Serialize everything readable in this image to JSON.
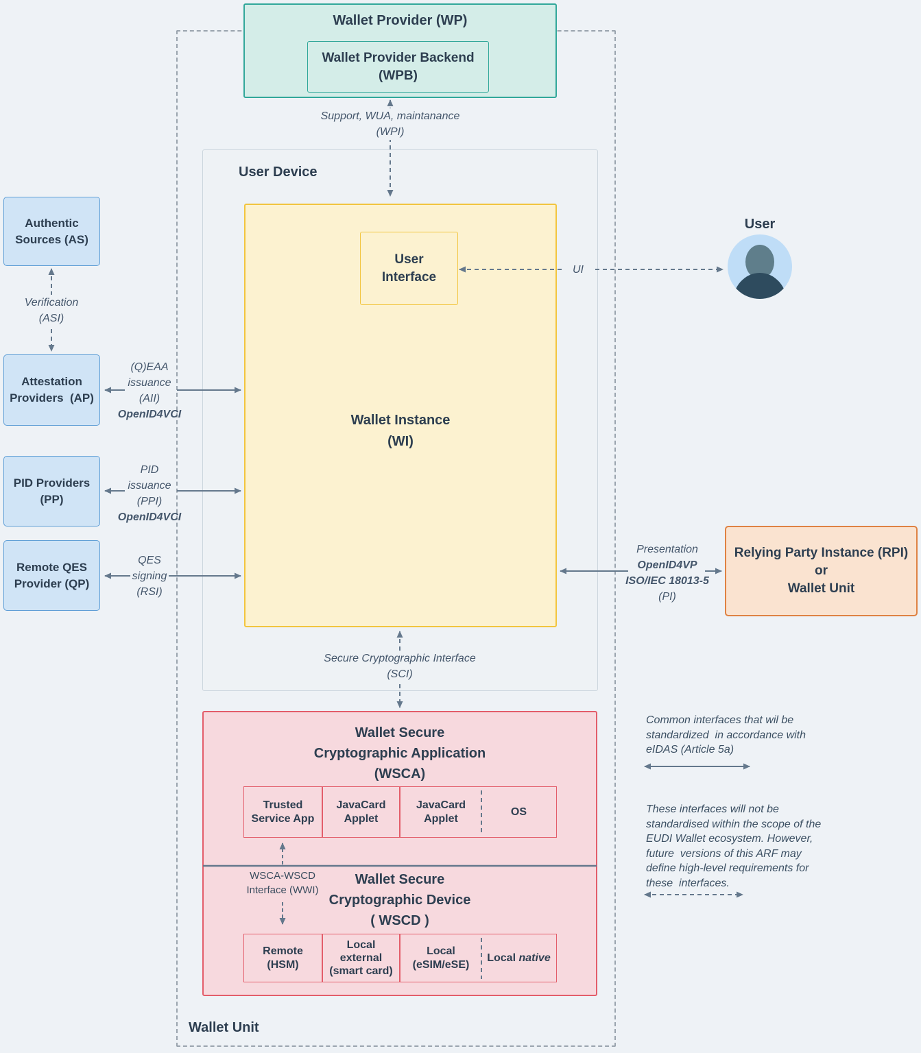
{
  "palette": {
    "background": "#eef2f6",
    "teal_fill": "#d4ede8",
    "teal_border": "#31a79a",
    "yellow_fill": "#fcf2d0",
    "yellow_border": "#f2c53e",
    "blue_fill": "#d0e4f6",
    "blue_border": "#5e9ed6",
    "orange_fill": "#fae3d0",
    "orange_border": "#df8243",
    "pink_fill": "#f7d9de",
    "pink_border": "#e35d6a",
    "arrow_slate": "#64788c",
    "text_dark": "#2d3e50"
  },
  "wallet_provider": {
    "title": "Wallet Provider (WP)",
    "backend_lines": [
      "Wallet Provider Backend",
      "(WPB)"
    ]
  },
  "wallet_unit": {
    "label": "Wallet Unit"
  },
  "user_device": {
    "label": "User Device"
  },
  "wallet_instance": {
    "lines": [
      "Wallet Instance",
      "(WI)"
    ]
  },
  "user_interface": {
    "lines": [
      "User",
      "Interface"
    ]
  },
  "user": {
    "label": "User"
  },
  "authentic_sources": {
    "lines": [
      "Authentic",
      "Sources (AS)"
    ]
  },
  "attestation_providers": {
    "lines": [
      "Attestation",
      "Providers  (AP)"
    ]
  },
  "pid_providers": {
    "lines": [
      "PID Providers",
      "(PP)"
    ]
  },
  "remote_qes": {
    "lines": [
      "Remote QES",
      "Provider (QP)"
    ]
  },
  "relying_party": {
    "lines": [
      "Relying Party Instance (RPI)",
      "or",
      "Wallet Unit"
    ]
  },
  "wsca": {
    "title_lines": [
      "Wallet Secure",
      "Cryptographic Application",
      "(WSCA)"
    ],
    "cells": [
      {
        "lines": [
          "Trusted",
          "Service App"
        ]
      },
      {
        "lines": [
          "JavaCard",
          "Applet"
        ]
      },
      {
        "lines": [
          "JavaCard",
          "Applet"
        ]
      },
      {
        "lines": [
          "OS"
        ]
      }
    ]
  },
  "wscd": {
    "title_lines": [
      "Wallet Secure",
      "Cryptographic Device",
      "( WSCD )"
    ],
    "cells": [
      {
        "lines": [
          "Remote",
          "(HSM)"
        ]
      },
      {
        "lines": [
          "Local",
          "external",
          "(smart card)"
        ]
      },
      {
        "lines": [
          "Local",
          "(eSIM/eSE)"
        ]
      },
      {
        "prefix": "Local ",
        "italic": "native"
      }
    ]
  },
  "interfaces": {
    "wpi": {
      "lines": [
        "Support, WUA, maintanance",
        "(WPI)"
      ]
    },
    "asi": {
      "lines": [
        "Verification",
        "(ASI)"
      ]
    },
    "aii": {
      "lines": [
        "(Q)EAA",
        "issuance",
        "(AII)"
      ],
      "protocol": "OpenID4VCI"
    },
    "ppi": {
      "lines": [
        "PID",
        "issuance",
        "(PPI)"
      ],
      "protocol": "OpenID4VCI"
    },
    "rsi": {
      "lines": [
        "QES",
        "signing",
        "(RSI)"
      ]
    },
    "ui": {
      "label": "UI"
    },
    "pi": {
      "line1": "Presentation",
      "bold1": "OpenID4VP",
      "bold2": "ISO/IEC 18013-5",
      "line4": "(PI)"
    },
    "sci": {
      "lines": [
        "Secure Cryptographic Interface",
        "(SCI)"
      ]
    },
    "wwi": {
      "lines": [
        "WSCA-WSCD",
        "Interface (WWI)"
      ]
    }
  },
  "legend": {
    "standardized": {
      "lines": [
        "Common interfaces that wil be",
        "standardized  in accordance with",
        "eIDAS (Article 5a)"
      ]
    },
    "not_standardized": {
      "lines": [
        "These interfaces will not be",
        "standardised within the scope of the",
        "EUDI Wallet ecosystem. However,",
        "future  versions of this ARF may",
        "define high-level requirements for",
        "these  interfaces."
      ]
    }
  }
}
